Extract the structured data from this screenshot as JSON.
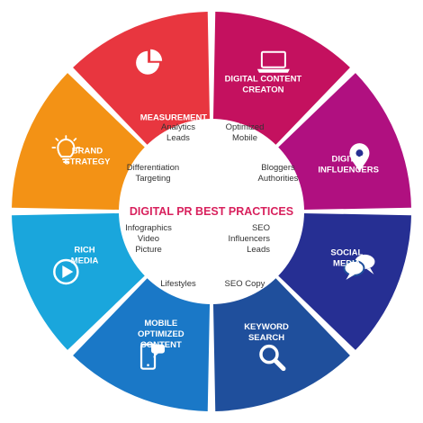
{
  "center_title": "DIGITAL PR BEST PRACTICES",
  "segments": [
    {
      "label": [
        "MEASUREMENT"
      ],
      "color": "#c4115f",
      "icon": "pie-chart-icon",
      "inner": [
        "Analytics",
        "Leads"
      ]
    },
    {
      "label": [
        "DIGITAL CONTENT",
        "CREATON"
      ],
      "color": "#b01080",
      "icon": "laptop-icon",
      "inner": [
        "Optimized",
        "Mobile"
      ]
    },
    {
      "label": [
        "DIGITAL",
        "INFLUENCERS"
      ],
      "color": "#262f93",
      "icon": "location-pin-icon",
      "inner": [
        "Bloggers",
        "Authorities"
      ]
    },
    {
      "label": [
        "SOCIAL",
        "MEDIA"
      ],
      "color": "#1f4f9c",
      "icon": "chat-bubbles-icon",
      "inner": [
        "SEO",
        "Influencers",
        "Leads"
      ]
    },
    {
      "label": [
        "KEYWORD",
        "SEARCH"
      ],
      "color": "#1a78c7",
      "icon": "magnifier-icon",
      "inner": [
        "SEO Copy"
      ]
    },
    {
      "label": [
        "MOBILE",
        "OPTIMIZED",
        "CONTENT"
      ],
      "color": "#1aa6dc",
      "icon": "mobile-chat-icon",
      "inner": [
        "Lifestyles"
      ]
    },
    {
      "label": [
        "RICH",
        "MEDIA"
      ],
      "color": "#f39215",
      "icon": "play-button-icon",
      "inner": [
        "Infographics",
        "Video",
        "Picture"
      ]
    },
    {
      "label": [
        "BRAND",
        "STRATEGY"
      ],
      "color": "#e8363f",
      "icon": "lightbulb-icon",
      "inner": [
        "Differentiation",
        "Targeting"
      ]
    }
  ]
}
